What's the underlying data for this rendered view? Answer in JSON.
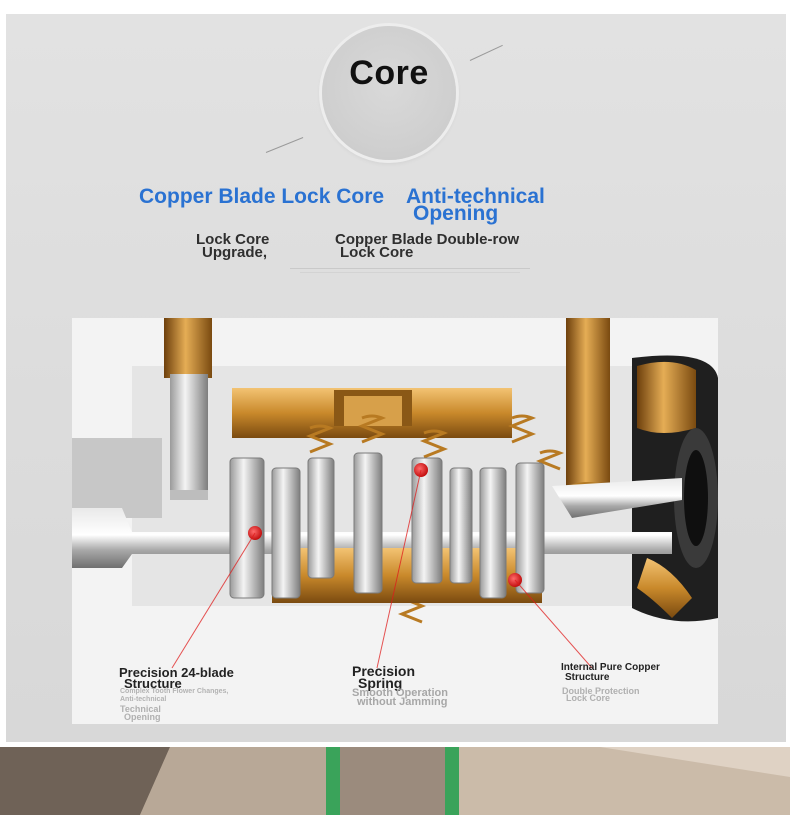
{
  "header": {
    "title": "Core"
  },
  "headlines": {
    "left": "Copper Blade Lock Core",
    "right_line1": "Anti-technical",
    "right_line2": "Opening"
  },
  "sublines": {
    "left_line1": "Lock Core",
    "left_line2": "Upgrade,",
    "right_line1": "Copper Blade Double-row",
    "right_line2": "Lock Core"
  },
  "captions": {
    "left": {
      "title_line1": "Precision 24-blade",
      "title_line2": "Structure",
      "tiny_line1": "Complex Tooth Flower Changes,",
      "tiny_line2": "Anti-technical",
      "mid_line1": "Technical",
      "mid_line2": "Opening"
    },
    "center": {
      "title_line1": "Precision",
      "title_line2": "Spring",
      "sub_line1": "Smooth Operation",
      "sub_line2": "without Jamming"
    },
    "right": {
      "title_line1": "Internal Pure Copper",
      "title_line2": "Structure",
      "sub_line1": "Double Protection",
      "sub_line2": "Lock Core"
    }
  },
  "colors": {
    "accent_blue": "#2a72d2",
    "marker_red": "#e01b1b",
    "brass": "#c9892b",
    "strip_green": "#3aa35a"
  }
}
